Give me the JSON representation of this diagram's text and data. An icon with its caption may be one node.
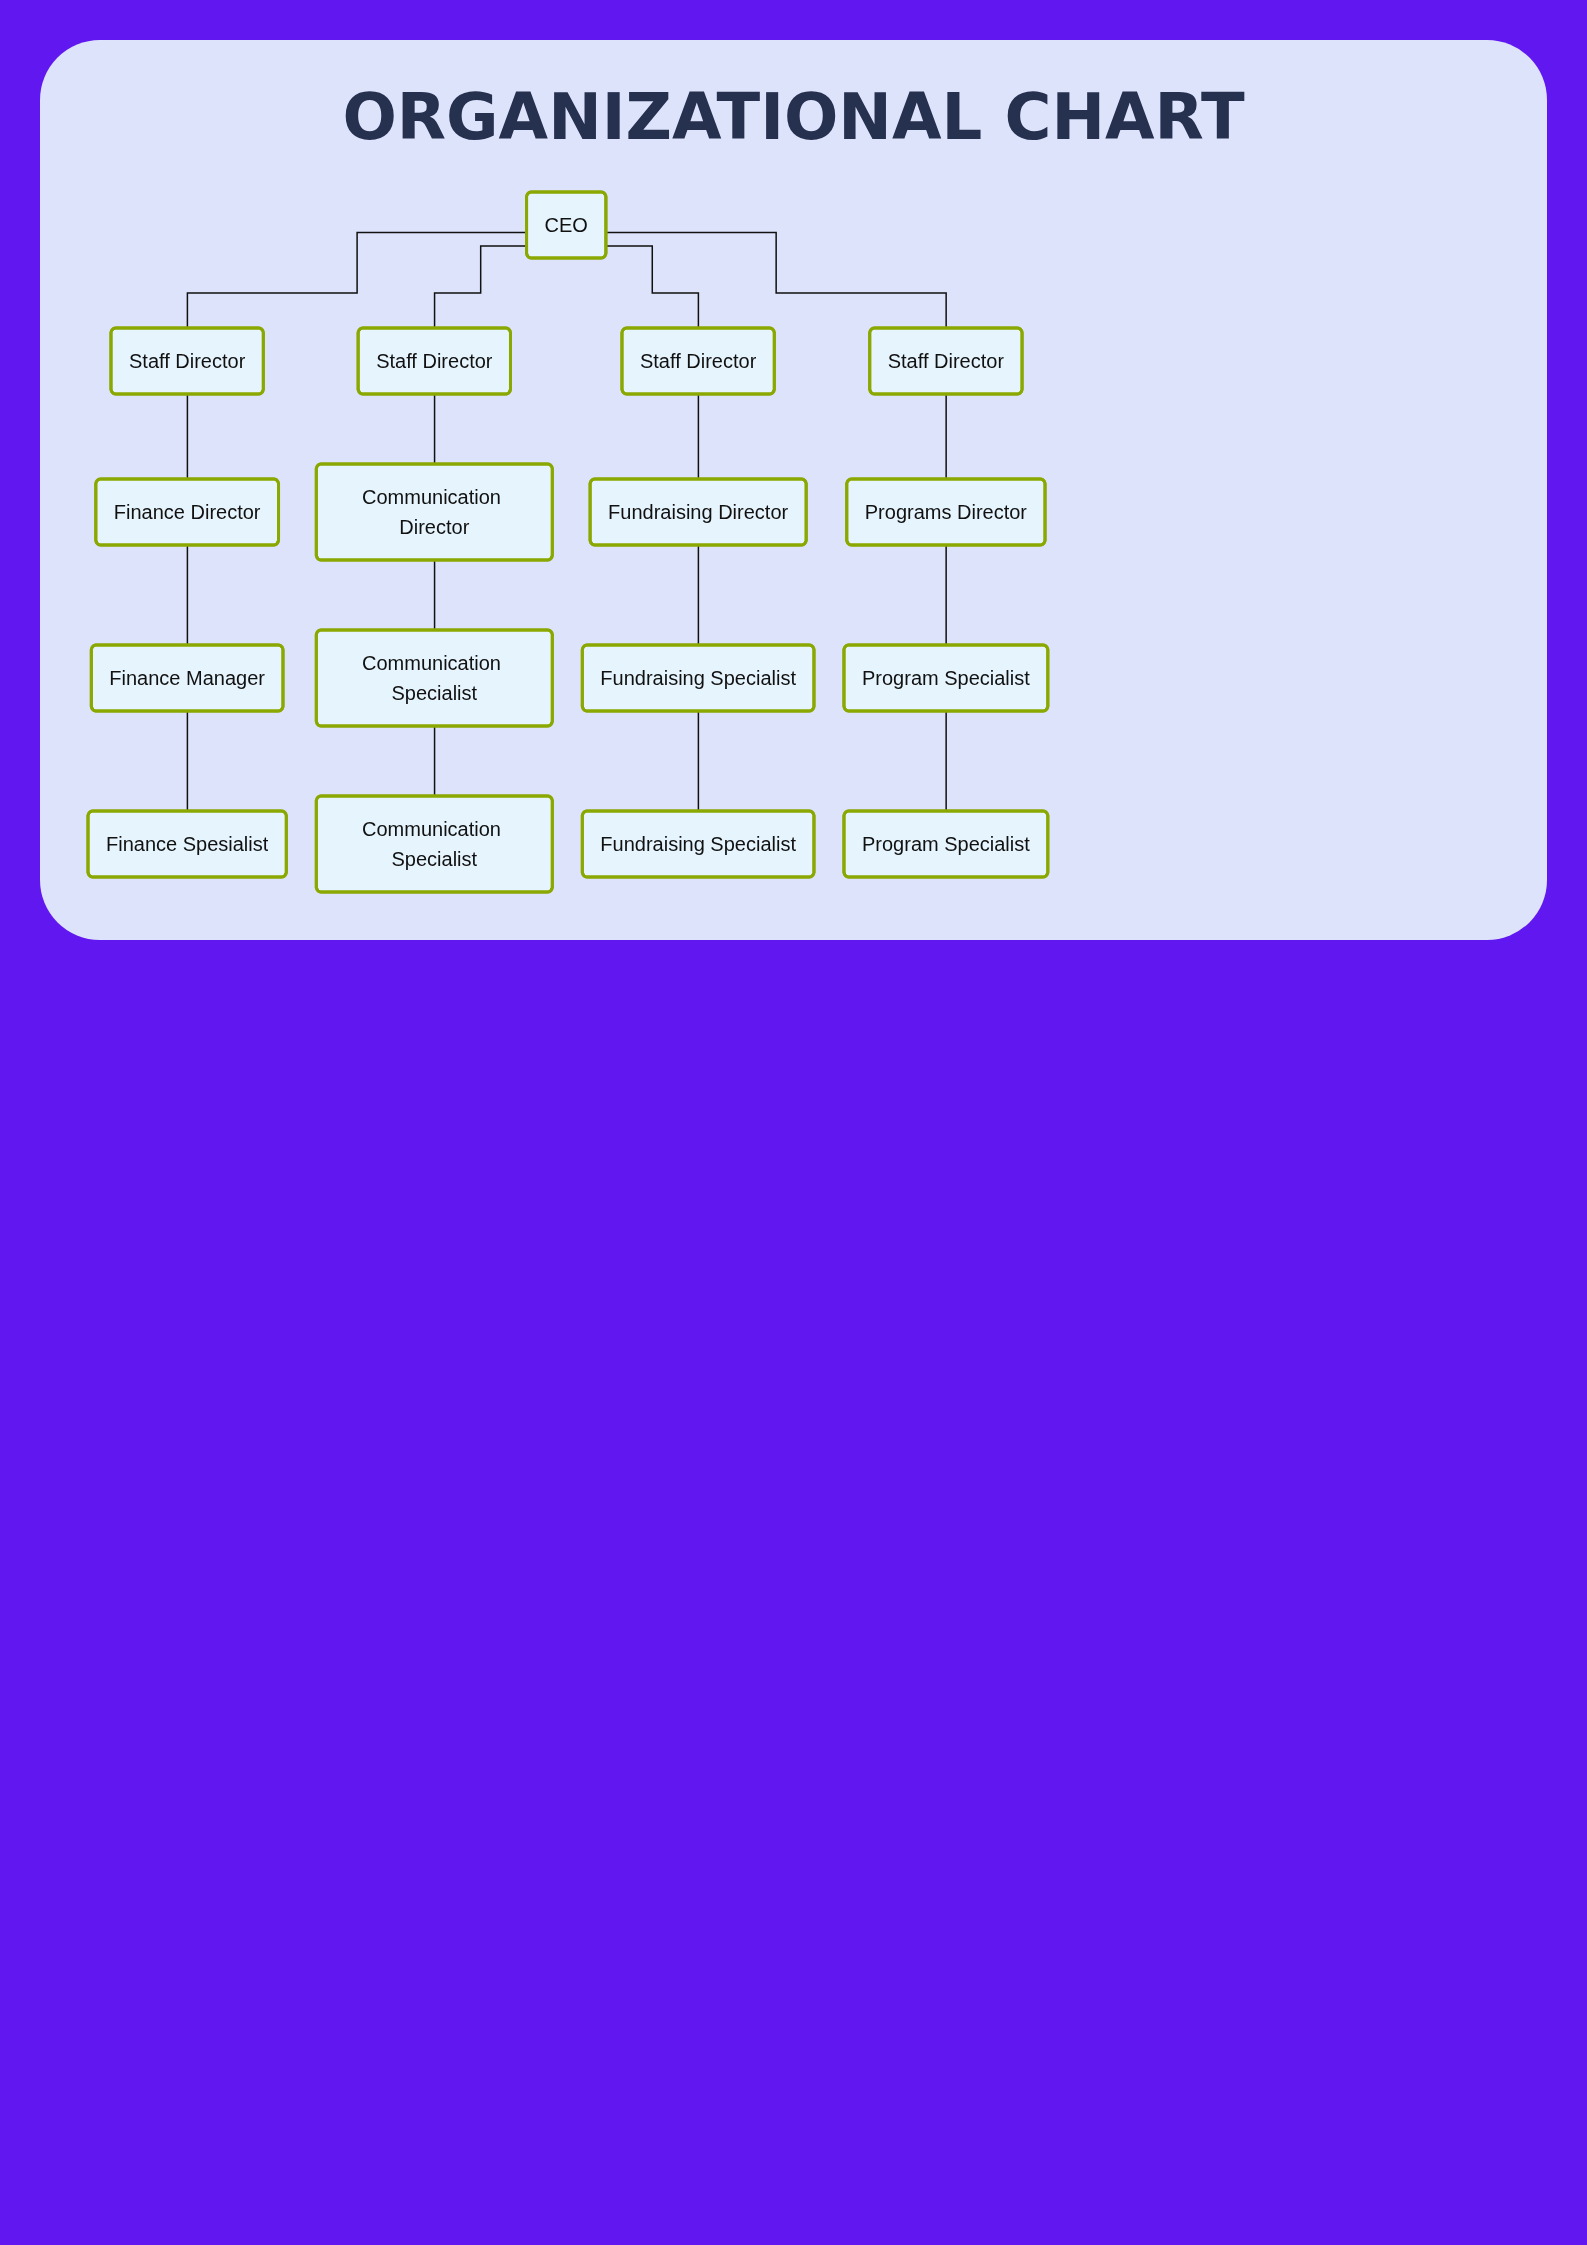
{
  "diagram": {
    "title": "ORGANIZATIONAL CHART",
    "nodes": [
      {
        "text": [
          "CEO"
        ]
      },
      {
        "text": [
          "Staff Director"
        ]
      },
      {
        "text": [
          "Staff Director"
        ]
      },
      {
        "text": [
          "Staff Director"
        ]
      },
      {
        "text": [
          "Staff Director"
        ]
      },
      {
        "text": [
          "Finance Director"
        ]
      },
      {
        "text": [
          "Communication Director"
        ]
      },
      {
        "text": [
          "Fundraising Director"
        ]
      },
      {
        "text": [
          "Programs Director"
        ]
      },
      {
        "text": [
          "Finance Manager"
        ]
      },
      {
        "text": [
          "Communication Specialist"
        ]
      },
      {
        "text": [
          "Fundraising Specialist"
        ]
      },
      {
        "text": [
          "Program Specialist"
        ]
      },
      {
        "text": [
          "Finance Spesialist"
        ]
      },
      {
        "text": [
          "Communication Specialist"
        ]
      },
      {
        "text": [
          "Fundraising Specialist"
        ]
      },
      {
        "text": [
          "Program Specialist"
        ]
      }
    ],
    "edges": [
      {
        "from": 0,
        "to": 1,
        "arrow": "none"
      },
      {
        "from": 0,
        "to": 2,
        "arrow": "none"
      },
      {
        "from": 0,
        "to": 3,
        "arrow": "none"
      },
      {
        "from": 0,
        "to": 4,
        "arrow": "none"
      },
      {
        "from": 1,
        "to": 5,
        "arrow": "none"
      },
      {
        "from": 2,
        "to": 6,
        "arrow": "none"
      },
      {
        "from": 3,
        "to": 7,
        "arrow": "none"
      },
      {
        "from": 4,
        "to": 8,
        "arrow": "none"
      },
      {
        "from": 5,
        "to": 9,
        "arrow": "none"
      },
      {
        "from": 6,
        "to": 10,
        "arrow": "none"
      },
      {
        "from": 7,
        "to": 11,
        "arrow": "none"
      },
      {
        "from": 8,
        "to": 12,
        "arrow": "none"
      },
      {
        "from": 9,
        "to": 13,
        "arrow": "none"
      },
      {
        "from": 10,
        "to": 14,
        "arrow": "none"
      },
      {
        "from": 11,
        "to": 15,
        "arrow": "none"
      },
      {
        "from": 12,
        "to": 16,
        "arrow": "none"
      }
    ]
  }
}
